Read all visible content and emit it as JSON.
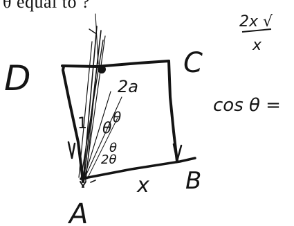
{
  "printed_text": {
    "question_fragment": "θ equal to ?"
  },
  "handwriting": {
    "vertex_top_left": "D",
    "vertex_top_right": "C",
    "vertex_bottom_right": "B",
    "vertex_bottom_left": "A",
    "top_right_segment_label": "2a",
    "bottom_side_label": "x",
    "left_side_label": "1",
    "angle_mark_upper": "θ",
    "angle_mark_lower": "θ",
    "angle_label_lower": "2θ",
    "working_numerator": "2x √",
    "working_denominator": "x",
    "working_equation": "cos θ ="
  },
  "colors": {
    "ink": "#141414",
    "paper": "#ffffff"
  }
}
